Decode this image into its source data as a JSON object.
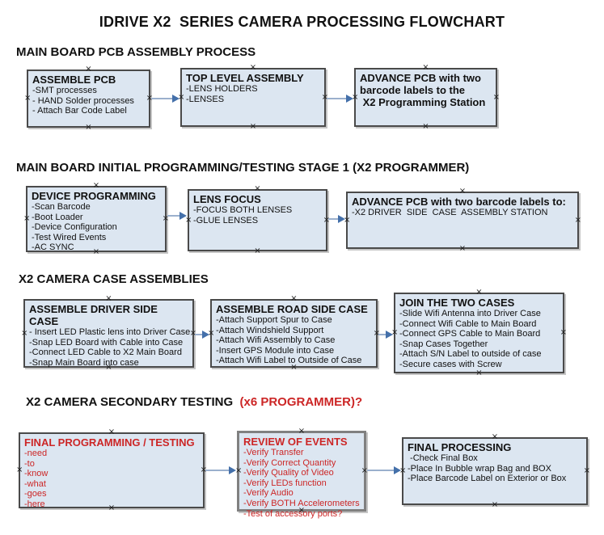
{
  "title": "IDRIVE X2  SERIES CAMERA PROCESSING FLOWCHART",
  "colors": {
    "box_fill": "#dce6f1",
    "box_border": "#4a4a4a",
    "accent_red": "#cc2626",
    "arrow_line": "#9bb0cd",
    "arrow_head": "#4470aa"
  },
  "sections": [
    {
      "heading": "MAIN BOARD PCB ASSEMBLY PROCESS",
      "boxes": [
        {
          "title": "ASSEMBLE PCB",
          "items": [
            "-SMT processes",
            "- HAND Solder processes",
            "- Attach Bar Code Label"
          ]
        },
        {
          "title": "TOP LEVEL ASSEMBLY",
          "items": [
            "-LENS HOLDERS",
            "-LENSES"
          ]
        },
        {
          "title": "ADVANCE PCB with two barcode labels to the\n X2 Programming Station",
          "items": []
        }
      ]
    },
    {
      "heading": "MAIN BOARD INITIAL PROGRAMMING/TESTING STAGE 1 (X2 PROGRAMMER)",
      "boxes": [
        {
          "title": "DEVICE PROGRAMMING",
          "items": [
            "-Scan Barcode",
            "-Boot Loader",
            "-Device Configuration",
            "-Test Wired Events",
            "-AC SYNC"
          ]
        },
        {
          "title": "LENS FOCUS",
          "items": [
            "-FOCUS BOTH LENSES",
            "-GLUE LENSES"
          ]
        },
        {
          "title": "ADVANCE PCB with two barcode labels to:",
          "items": [
            "-X2 DRIVER  SIDE  CASE  ASSEMBLY STATION"
          ]
        }
      ]
    },
    {
      "heading": "X2 CAMERA CASE ASSEMBLIES",
      "boxes": [
        {
          "title": "ASSEMBLE DRIVER SIDE CASE",
          "items": [
            "- Insert LED Plastic lens into Driver Case",
            "-Snap LED Board with Cable into Case",
            "-Connect LED Cable to X2 Main Board",
            "-Snap Main Board into case"
          ]
        },
        {
          "title": "ASSEMBLE ROAD SIDE CASE",
          "items": [
            "-Attach Support Spur to Case",
            "-Attach Windshield Support",
            "-Attach Wifi Assembly to Case",
            "-Insert GPS Module into Case",
            "-Attach Wifi Label to Outside of Case"
          ]
        },
        {
          "title": "JOIN THE TWO CASES",
          "items": [
            "-Slide Wifi Antenna into Driver Case",
            "-Connect Wifi Cable to Main Board",
            "-Connect GPS Cable to Main Board",
            "-Snap Cases Together",
            "-Attach S/N Label to outside of case",
            "-Secure cases with Screw"
          ]
        }
      ]
    },
    {
      "heading": "X2 CAMERA SECONDARY TESTING ",
      "heading_red": " (x6 PROGRAMMER)?",
      "boxes": [
        {
          "title": "FINAL PROGRAMMING / TESTING",
          "items": [
            "-need",
            "-to",
            "-know",
            "-what",
            "-goes",
            "-here"
          ]
        },
        {
          "title": "REVIEW OF EVENTS",
          "items": [
            "-Verify Transfer",
            "-Verify Correct Quantity",
            "-Verify Quality of Video",
            "-Verify LEDs function",
            "-Verify Audio",
            "-Verify BOTH Accelerometers",
            "-Test of accessory ports?"
          ]
        },
        {
          "title": "FINAL PROCESSING",
          "items": [
            " -Check Final Box",
            "-Place In Bubble wrap Bag and BOX",
            "-Place Barcode Label on Exterior or Box"
          ]
        }
      ]
    }
  ]
}
